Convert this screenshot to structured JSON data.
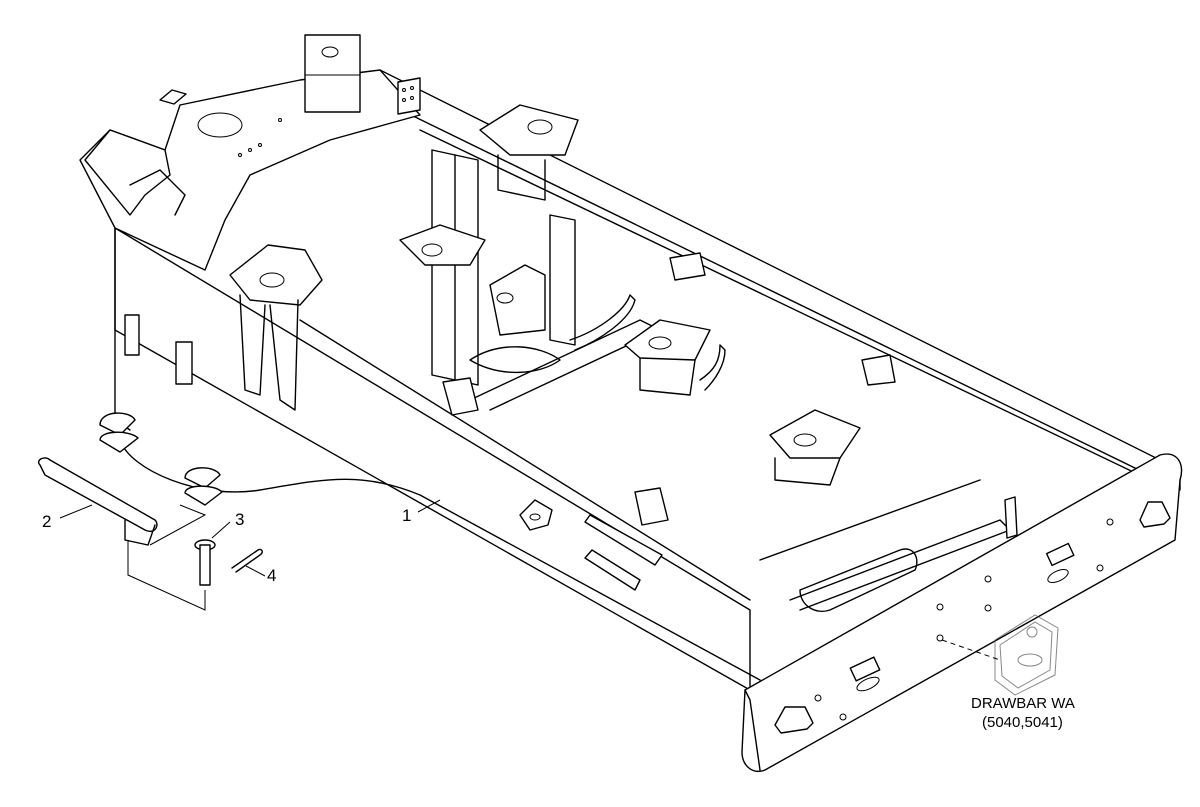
{
  "callouts": [
    {
      "id": "1",
      "label": "1"
    },
    {
      "id": "2",
      "label": "2"
    },
    {
      "id": "3",
      "label": "3"
    },
    {
      "id": "4",
      "label": "4"
    }
  ],
  "reference": {
    "title": "DRAWBAR WA",
    "codes": "(5040,5041)"
  }
}
